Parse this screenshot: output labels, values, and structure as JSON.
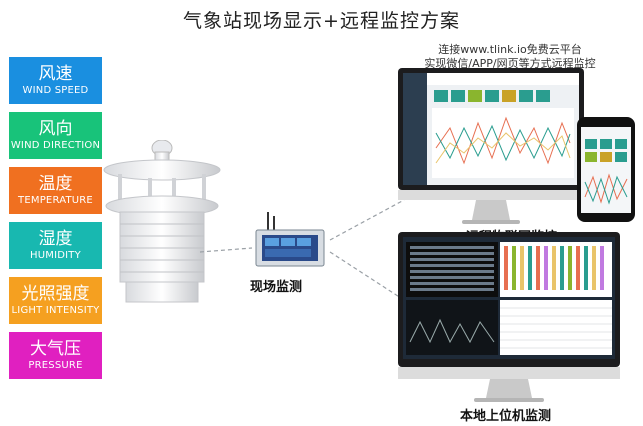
{
  "title": "气象站现场显示+远程监控方案",
  "parameters": [
    {
      "cn": "风速",
      "en": "WIND SPEED",
      "color": "#1a8fe0"
    },
    {
      "cn": "风向",
      "en": "WIND DIRECTION",
      "color": "#18c37a"
    },
    {
      "cn": "温度",
      "en": "TEMPERATURE",
      "color": "#f07020"
    },
    {
      "cn": "湿度",
      "en": "HUMIDITY",
      "color": "#18b8b0"
    },
    {
      "cn": "光照强度",
      "en": "LIGHT INTENSITY",
      "color": "#f5a020"
    },
    {
      "cn": "大气压",
      "en": "PRESSURE",
      "color": "#e020c0"
    }
  ],
  "remote_note_line1": "连接www.tlink.io免费云平台",
  "remote_note_line2": "实现微信/APP/网页等方式远程监控",
  "remote_label": "远程物联网监控",
  "onsite_label": "现场监测",
  "local_label": "本地上位机监测"
}
